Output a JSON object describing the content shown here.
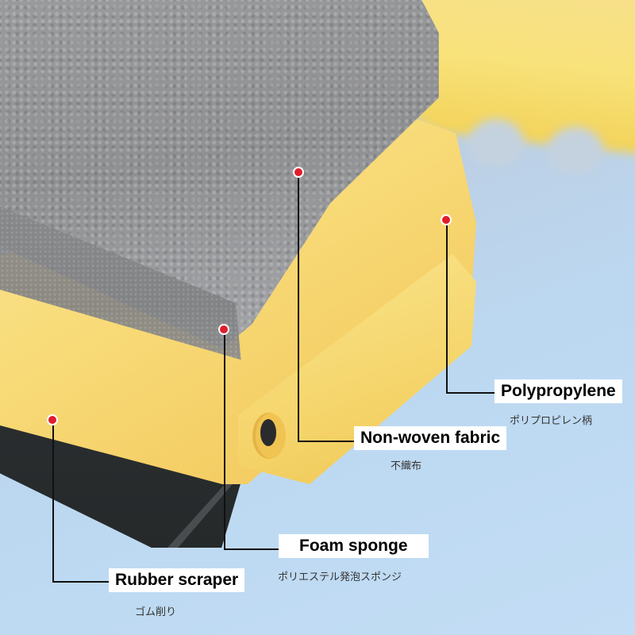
{
  "image": {
    "description": "Product callout diagram of a cleaning brush showing materials",
    "background_color": "#bcd8f1",
    "accent_dot_color": "#e01d2b",
    "line_color": "#111111"
  },
  "callouts": [
    {
      "id": "polypropylene",
      "label": "Polypropylene",
      "sublabel": "ポリプロピレン柄",
      "target": "yellow-handle"
    },
    {
      "id": "non-woven-fabric",
      "label": "Non-woven fabric",
      "sublabel": "不織布",
      "target": "grey-fabric-top"
    },
    {
      "id": "foam-sponge",
      "label": "Foam sponge",
      "sublabel": "ポリエステル発泡スポンジ",
      "target": "sponge-layer"
    },
    {
      "id": "rubber-scraper",
      "label": "Rubber scraper",
      "sublabel": "ゴム削り",
      "target": "black-scraper"
    }
  ]
}
